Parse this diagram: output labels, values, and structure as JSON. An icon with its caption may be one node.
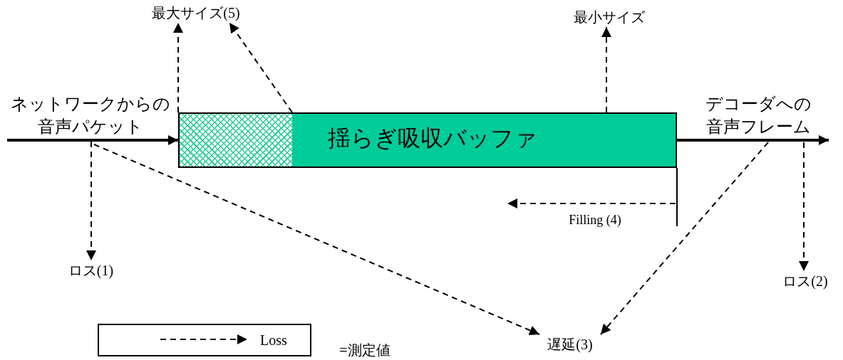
{
  "diagram": {
    "nodes": [
      {
        "text": [
          "揺らぎ吸収バッファ"
        ]
      },
      {
        "text": [
          "最大サイズ(5)"
        ]
      },
      {
        "text": [
          "最小サイズ"
        ]
      },
      {
        "text": [
          "ロス(1)"
        ]
      },
      {
        "text": [
          "遅延(3)"
        ]
      },
      {
        "text": [
          "ロス(2)"
        ]
      }
    ],
    "edges": [
      {
        "from": null,
        "to": 0,
        "arrow": "to",
        "style": "thick",
        "label": "ネットワークからの音声パケット"
      },
      {
        "from": 0,
        "to": null,
        "arrow": "to",
        "style": "thick",
        "label": "デコーダへの音声フレーム"
      },
      {
        "from": 0,
        "to": 1,
        "arrow": "to",
        "style": "dashed"
      },
      {
        "from": 0,
        "to": 1,
        "arrow": "to",
        "style": "dashed"
      },
      {
        "from": 0,
        "to": 2,
        "arrow": "to",
        "style": "dashed"
      },
      {
        "from": null,
        "to": 3,
        "arrow": "to",
        "style": "dashed"
      },
      {
        "from": null,
        "to": 4,
        "arrow": "to",
        "style": "dashed"
      },
      {
        "from": null,
        "to": 4,
        "arrow": "to",
        "style": "dashed"
      },
      {
        "from": null,
        "to": 5,
        "arrow": "to",
        "style": "dashed"
      }
    ],
    "labels": [
      "Filling (4)",
      "=測定値"
    ],
    "legend": [
      {
        "text": "Loss"
      }
    ]
  }
}
